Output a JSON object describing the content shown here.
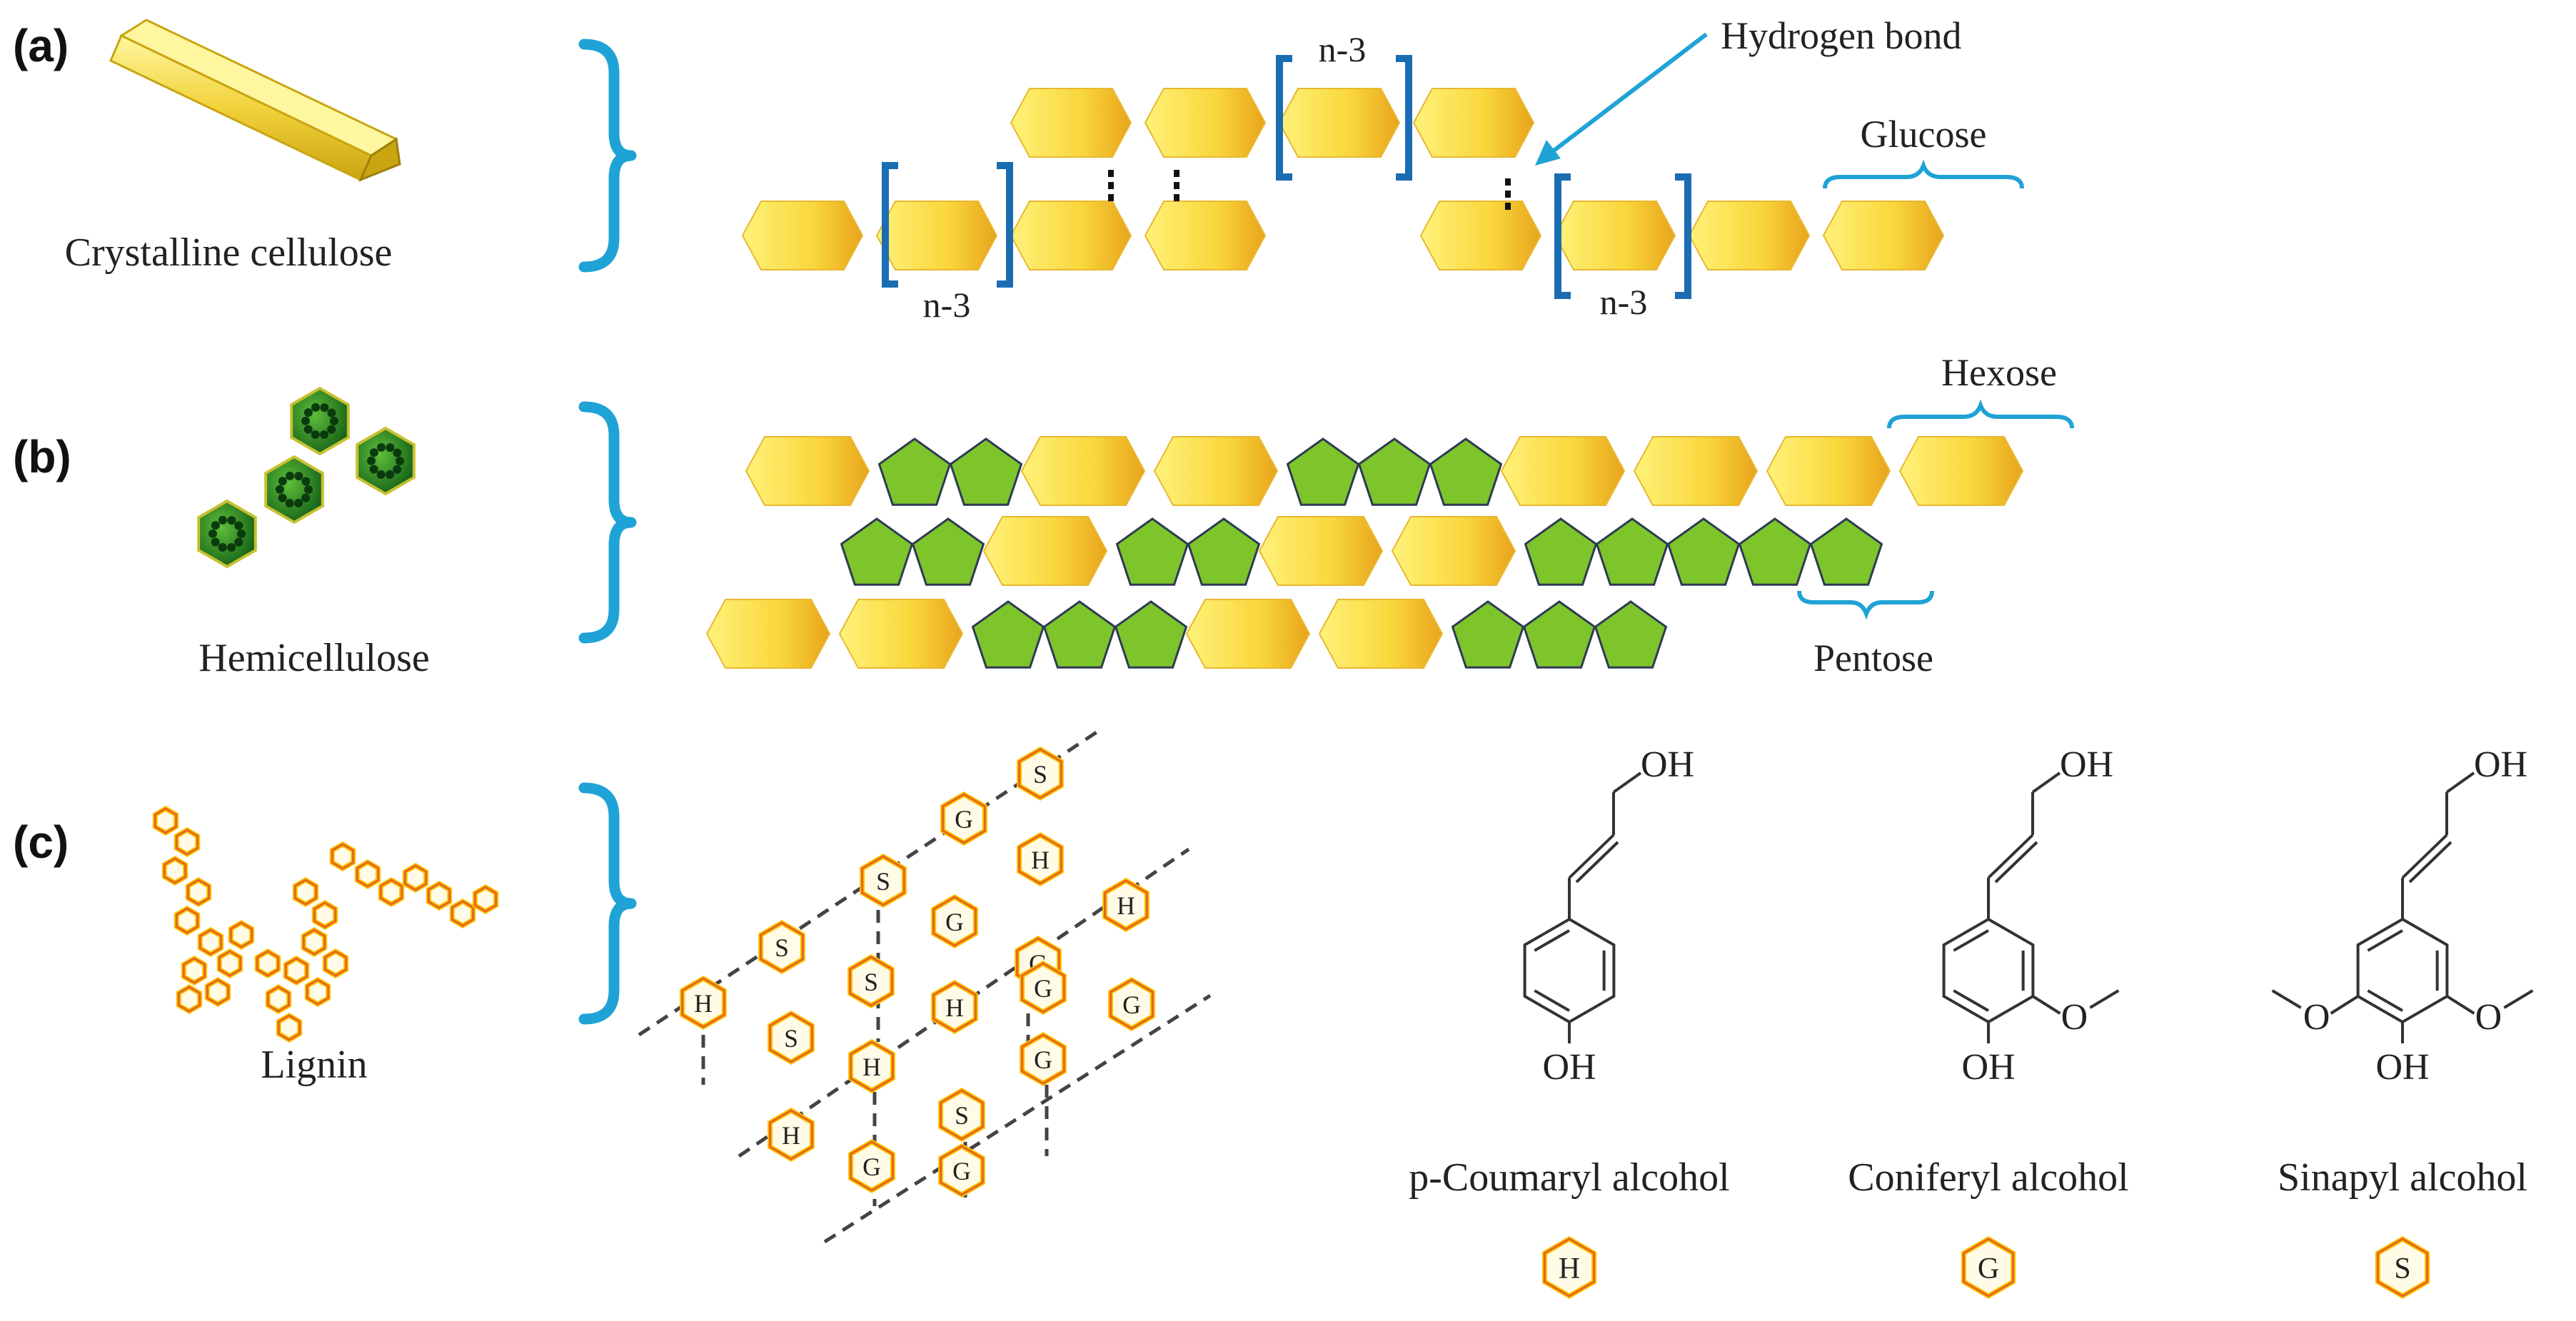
{
  "colors": {
    "yellow_light": "#FFF27A",
    "yellow_dark": "#E8A41C",
    "green": "#7DC52A",
    "green_dark": "#1F7A1F",
    "brace_blue": "#1FA3D6",
    "bracket_blue": "#1B6DB3",
    "lignin_orange": "#E8641A",
    "lignin_yellow": "#F7C400",
    "text": "#222222"
  },
  "panels": [
    {
      "label": "(a)",
      "caption": "Crystalline cellulose",
      "icon": "cellulose-rod-icon"
    },
    {
      "label": "(b)",
      "caption": "Hemicellulose",
      "icon": "hemicellulose-cluster-icon"
    },
    {
      "label": "(c)",
      "caption": "Lignin",
      "icon": "lignin-chain-icon"
    }
  ],
  "cellulose": {
    "repeat_label": "n-3",
    "hydrogen_bond_label": "Hydrogen bond",
    "glucose_label": "Glucose"
  },
  "hemicellulose": {
    "hexose_label": "Hexose",
    "pentose_label": "Pentose",
    "rows": [
      [
        "hex",
        "pent",
        "pent",
        "hex",
        "hex",
        "pent",
        "pent",
        "pent",
        "hex",
        "hex",
        "hex",
        "hex"
      ],
      [
        "pent",
        "pent",
        "hex",
        "pent",
        "pent",
        "hex",
        "hex",
        "pent",
        "pent",
        "pent",
        "pent",
        "pent"
      ],
      [
        "hex",
        "hex",
        "pent",
        "pent",
        "pent",
        "hex",
        "hex",
        "pent",
        "pent",
        "pent"
      ]
    ]
  },
  "lignin": {
    "network_units": [
      "S",
      "G",
      "H",
      "S",
      "H",
      "G",
      "S",
      "G",
      "S",
      "G",
      "H",
      "H",
      "S",
      "G",
      "H",
      "G",
      "S",
      "H",
      "G",
      "G"
    ],
    "monomers": [
      {
        "name": "p-Coumaryl alcohol",
        "unit": "H",
        "oh_top": "OH",
        "oh_bottom": "OH"
      },
      {
        "name": "Coniferyl alcohol",
        "unit": "G",
        "oh_top": "OH",
        "oh_bottom": "OH"
      },
      {
        "name": "Sinapyl alcohol",
        "unit": "S",
        "oh_top": "OH",
        "oh_bottom": "OH"
      }
    ]
  }
}
